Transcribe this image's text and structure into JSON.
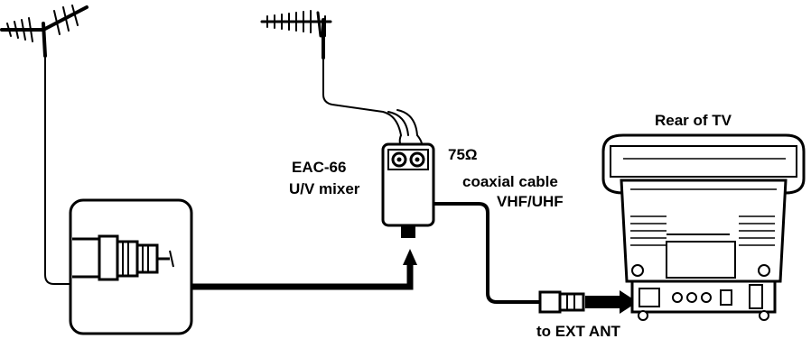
{
  "labels": {
    "rear_of_tv": "Rear of  TV",
    "mixer_model": "EAC-66",
    "mixer_name": "U/V mixer",
    "impedance": "75Ω",
    "cable": "coaxial cable",
    "bands": "VHF/UHF",
    "ext_ant": "to EXT ANT"
  },
  "icons": [
    "vhf-antenna-icon",
    "uhf-antenna-icon",
    "uv-mixer-icon",
    "coax-connector-icon",
    "tv-rear-icon",
    "arrow-icon"
  ],
  "colors": {
    "ink": "#000000",
    "background": "#ffffff"
  }
}
